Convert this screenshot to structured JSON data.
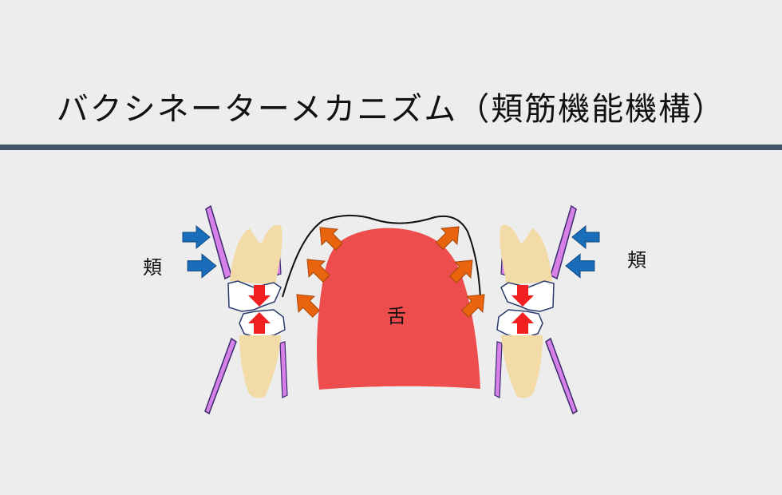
{
  "title": "バクシネーターメカニズム（頬筋機能機構）",
  "labels": {
    "cheek_left": "頬",
    "cheek_right": "頬",
    "tongue": "舌"
  },
  "colors": {
    "background": "#ededed",
    "rule": "#44546a",
    "tooth": "#f2dba7",
    "tongue": "#ee4d4d",
    "cheek_tissue": "#d680e8",
    "cheek_arrow": "#1a6db8",
    "tongue_arrow": "#e8650e",
    "occlusal_arrow": "#f02020"
  },
  "icons": [
    "cheek-pressure-arrow",
    "tongue-pressure-arrow",
    "occlusal-force-arrow"
  ]
}
